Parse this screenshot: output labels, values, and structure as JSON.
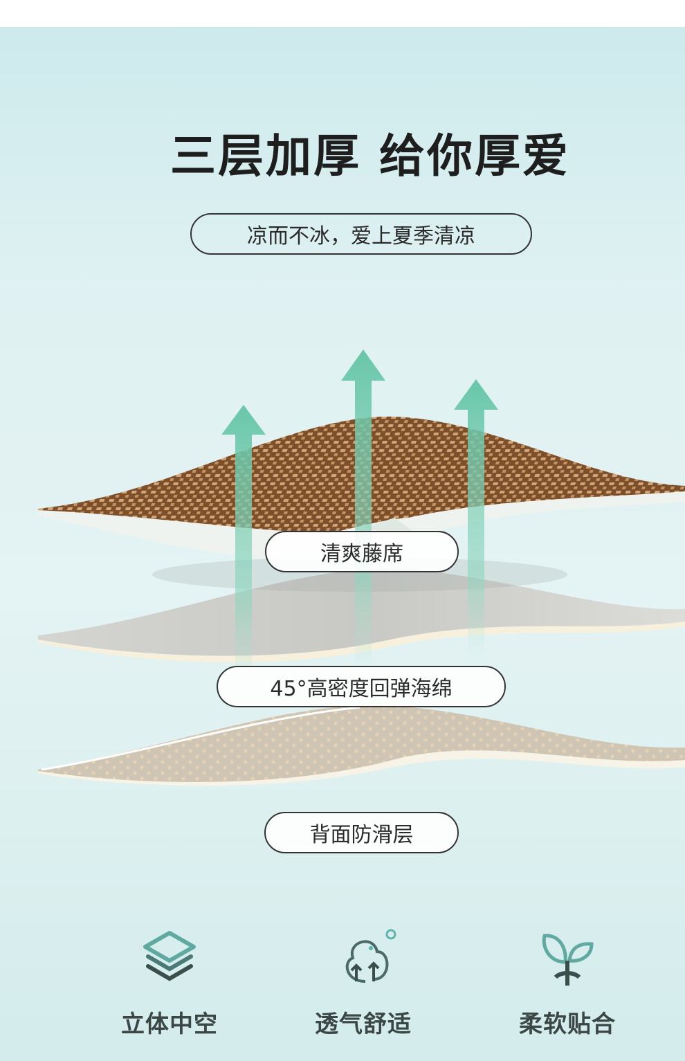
{
  "headline": "三层加厚 给你厚爱",
  "subtitle": "凉而不冰，爱上夏季清凉",
  "layers": [
    {
      "label": "清爽藤席"
    },
    {
      "label": "45°高密度回弹海绵"
    },
    {
      "label": "背面防滑层"
    }
  ],
  "features": [
    {
      "label": "立体中空",
      "icon": "layers-icon"
    },
    {
      "label": "透气舒适",
      "icon": "breathable-tree-icon"
    },
    {
      "label": "柔软贴合",
      "icon": "sprout-icon"
    }
  ],
  "colors": {
    "background": "#d8eeee",
    "accent": "#5fb8a6",
    "rattan": "#8a5a33",
    "text": "#1e1e1e"
  }
}
